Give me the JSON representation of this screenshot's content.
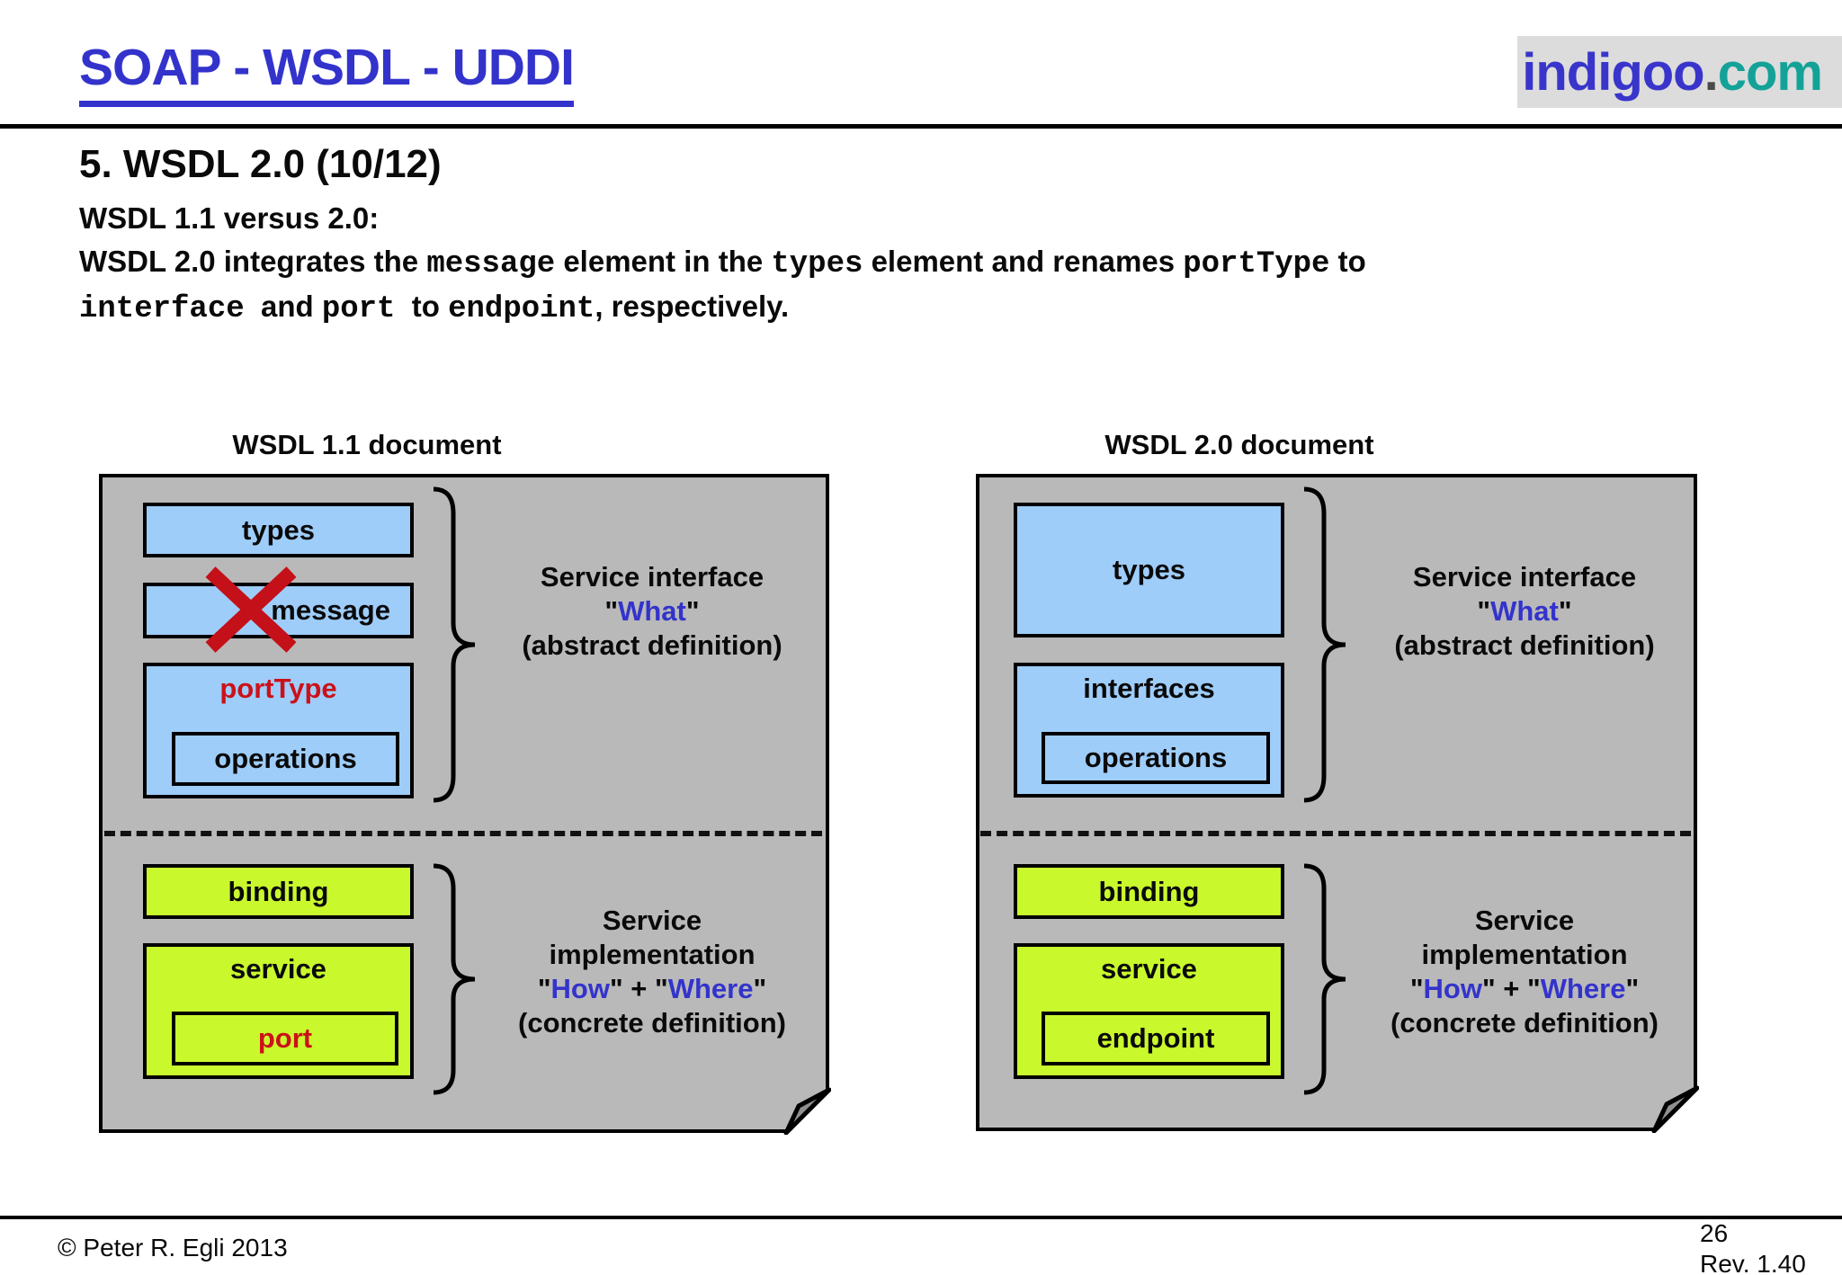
{
  "header": {
    "title": "SOAP - WSDL - UDDI",
    "logo": {
      "part1": "indigoo",
      "dot": ".",
      "part2": "com"
    }
  },
  "heading": {
    "section_title": "5. WSDL 2.0 (10/12)",
    "subtitle": "WSDL 1.1 versus 2.0:",
    "line1": [
      "WSDL 2.0 integrates the ",
      "message",
      " element in the ",
      "types",
      " element and renames ",
      "portType",
      " to"
    ],
    "line2": [
      "interface",
      "  and ",
      "port",
      "  to ",
      "endpoint",
      ", respectively."
    ]
  },
  "diagram_left": {
    "title": "WSDL 1.1 document",
    "types": "types",
    "message": "message",
    "portType": "portType",
    "operations": "operations",
    "binding": "binding",
    "service": "service",
    "port": "port"
  },
  "diagram_right": {
    "title": "WSDL 2.0 document",
    "types": "types",
    "interfaces": "interfaces",
    "operations": "operations",
    "binding": "binding",
    "service": "service",
    "endpoint": "endpoint"
  },
  "annotations": {
    "interface_line1": "Service interface",
    "interface_quote": [
      "\"",
      "What",
      "\""
    ],
    "interface_line3": "(abstract definition)",
    "impl_line1": "Service",
    "impl_line2": "implementation",
    "impl_quote": [
      "\"",
      "How",
      "\" + \"",
      "Where",
      "\""
    ],
    "impl_line4": "(concrete definition)"
  },
  "footer": {
    "copyright": "© Peter R. Egli 2013",
    "page": "26",
    "revision": "Rev. 1.40"
  },
  "colors": {
    "accent_blue": "#3333cc",
    "logo_teal": "#14a298",
    "box_blue": "#9ecdfa",
    "box_green": "#c9f82d",
    "panel_gray": "#b9b9b9",
    "alert_red": "#cc1118"
  }
}
